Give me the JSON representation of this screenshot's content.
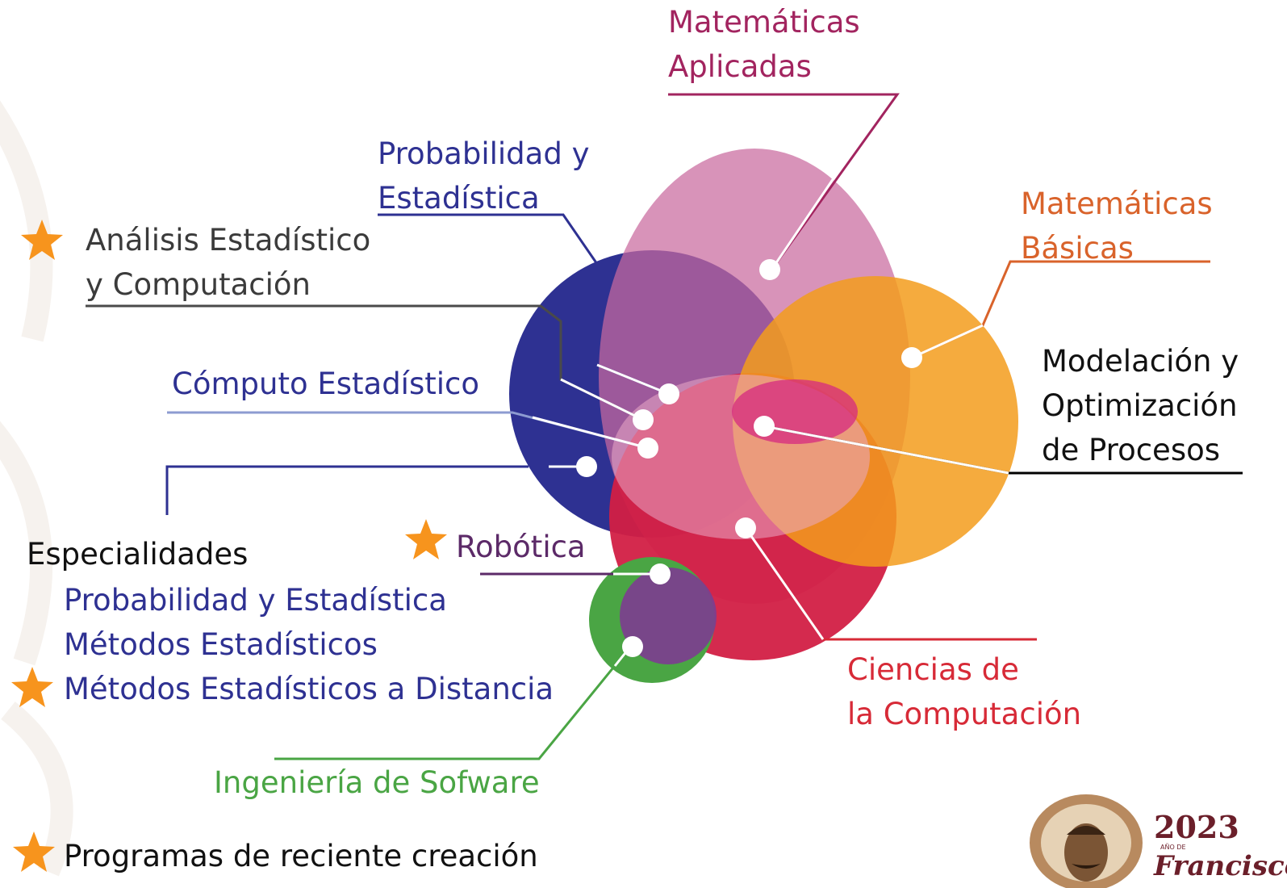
{
  "colors": {
    "mat_aplicadas": "#a2245f",
    "prob_est": "#2e3192",
    "mat_basicas": "#d9632b",
    "ciencias_comp": "#d72a37",
    "ing_software": "#4aa544",
    "robotica": "#5c2a68",
    "dark": "#3b3b3b",
    "star": "#f7941d",
    "computo": "#2e3192"
  },
  "labels": {
    "mat_aplicadas": [
      "Matemáticas",
      "Aplicadas"
    ],
    "prob_est": [
      "Probabilidad y",
      "Estadística"
    ],
    "analisis": [
      "Análisis Estadístico",
      "y Computación"
    ],
    "computo": "Cómputo Estadístico",
    "mat_basicas": [
      "Matemáticas",
      "Básicas"
    ],
    "modelacion": [
      "Modelación y",
      "Optimización",
      "de Procesos"
    ],
    "especialidades": {
      "title": "Especialidades",
      "items": [
        "Probabilidad y Estadística",
        "Métodos Estadísticos",
        "Métodos Estadísticos a Distancia"
      ]
    },
    "robotica": "Robótica",
    "ciencias": [
      "Ciencias de",
      "la Computación"
    ],
    "ingenieria": "Ingeniería de Sofware",
    "legend": "Programas de reciente creación"
  },
  "logo": {
    "year": "2023",
    "small": "AÑO DE",
    "name": "Francisco"
  }
}
